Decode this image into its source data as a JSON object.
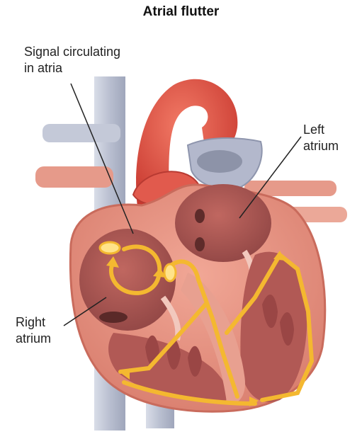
{
  "title": "Atrial flutter",
  "labels": {
    "signal": {
      "line1": "Signal circulating",
      "line2": "in atria"
    },
    "left_atrium": {
      "line1": "Left",
      "line2": "atrium"
    },
    "right_atrium": {
      "line1": "Right",
      "line2": "atrium"
    }
  },
  "colors": {
    "vein": "#b9bfd0",
    "aorta": "#e2564a",
    "heart_wall": "#e58f7f",
    "chamber": "#a4514c",
    "muscle": "#c8685e",
    "signal": "#f4b830",
    "signal_fill": "#ffe38a"
  }
}
